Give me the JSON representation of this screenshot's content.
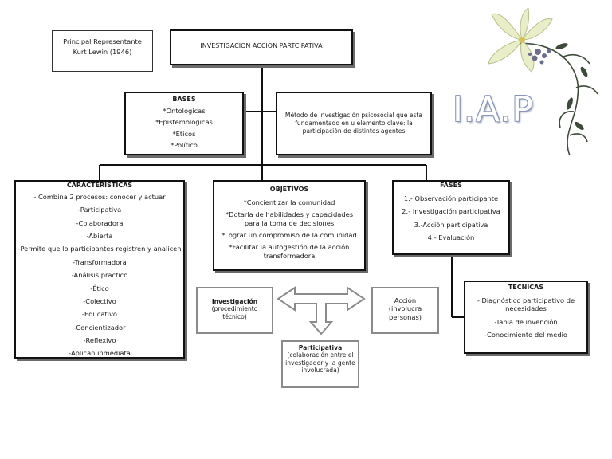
{
  "brand": {
    "logo_text": "I.A.P"
  },
  "colors": {
    "box_border": "#111111",
    "shadow": "#6b6b6b",
    "grey_box": "#8a8a8a",
    "logo_outline": "#8a96b8"
  },
  "representative": {
    "lines": [
      "Principal Representante",
      "Kurt Lewin (1946)"
    ]
  },
  "root": {
    "title": "INVESTIGACION ACCION PARTCIPATIVA"
  },
  "bases": {
    "title": "BASES",
    "items": [
      "*Ontológicas",
      "*Epistemológicas",
      "*Éticos",
      "*Político"
    ]
  },
  "definition": {
    "text": "Método de investigación psicosocial que esta fundamentado en u elemento  clave: la participación de distintos agentes"
  },
  "caracteristicas": {
    "title": "CARACTERISTICAS",
    "items": [
      "- Combina 2 procesos: conocer y actuar",
      "-Participativa",
      "-Colaboradora",
      "-Abierta",
      "-Permite que lo participantes registren y analicen",
      "-Transformadora",
      "-Análisis practico",
      "-Ético",
      "-Colectivo",
      "-Educativo",
      "-Concientizador",
      "-Reflexivo",
      "-Aplican inmediata"
    ]
  },
  "objetivos": {
    "title": "OBJETIVOS",
    "items": [
      "*Concientizar la comunidad",
      "*Dotarla de habilidades y capacidades para la toma de decisiones",
      "*Lograr un compromiso de la comunidad",
      "*Facilitar la autogestión de la acción transformadora"
    ]
  },
  "fases": {
    "title": "FASES",
    "items": [
      "1.- Observación participante",
      "2.- Investigación participativa",
      "3.-Acción participativa",
      "4.- Evaluación"
    ]
  },
  "tecnicas": {
    "title": "TECNICAS",
    "items": [
      "- Diagnóstico participativo de necesidades",
      "-Tabla de invención",
      "-Conocimiento del medio"
    ]
  },
  "investigacion": {
    "title": "Investigación",
    "desc": "(procedimiento técnico)"
  },
  "accion": {
    "title": "Acción",
    "desc": "(involucra personas)"
  },
  "participativa": {
    "title": "Participativa",
    "desc": "(colaboración entre el investigador y la gente involucrada)"
  },
  "icons": {
    "decoration": "flower-vine-icon",
    "arrows": "double-arrow-icon"
  }
}
